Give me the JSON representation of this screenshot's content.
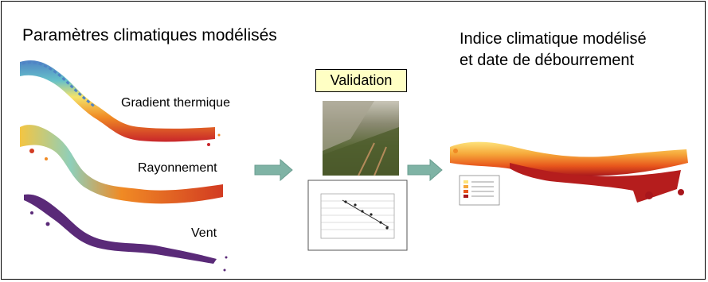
{
  "left_heading": "Paramètres climatiques modélisés",
  "right_heading_line1": "Indice climatique modélisé",
  "right_heading_line2": "et date de débourrement",
  "map_labels": {
    "gradient": "Gradient thermique",
    "rayonnement": "Rayonnement",
    "vent": "Vent"
  },
  "validation_label": "Validation",
  "colors": {
    "arrow": "#7fb3a5",
    "validation_fill": "#ffffc4",
    "wind_map": "#5a2a78",
    "index_map_dark": "#b51d1d",
    "index_map_mid": "#f2811c",
    "index_map_light": "#fde27a"
  }
}
